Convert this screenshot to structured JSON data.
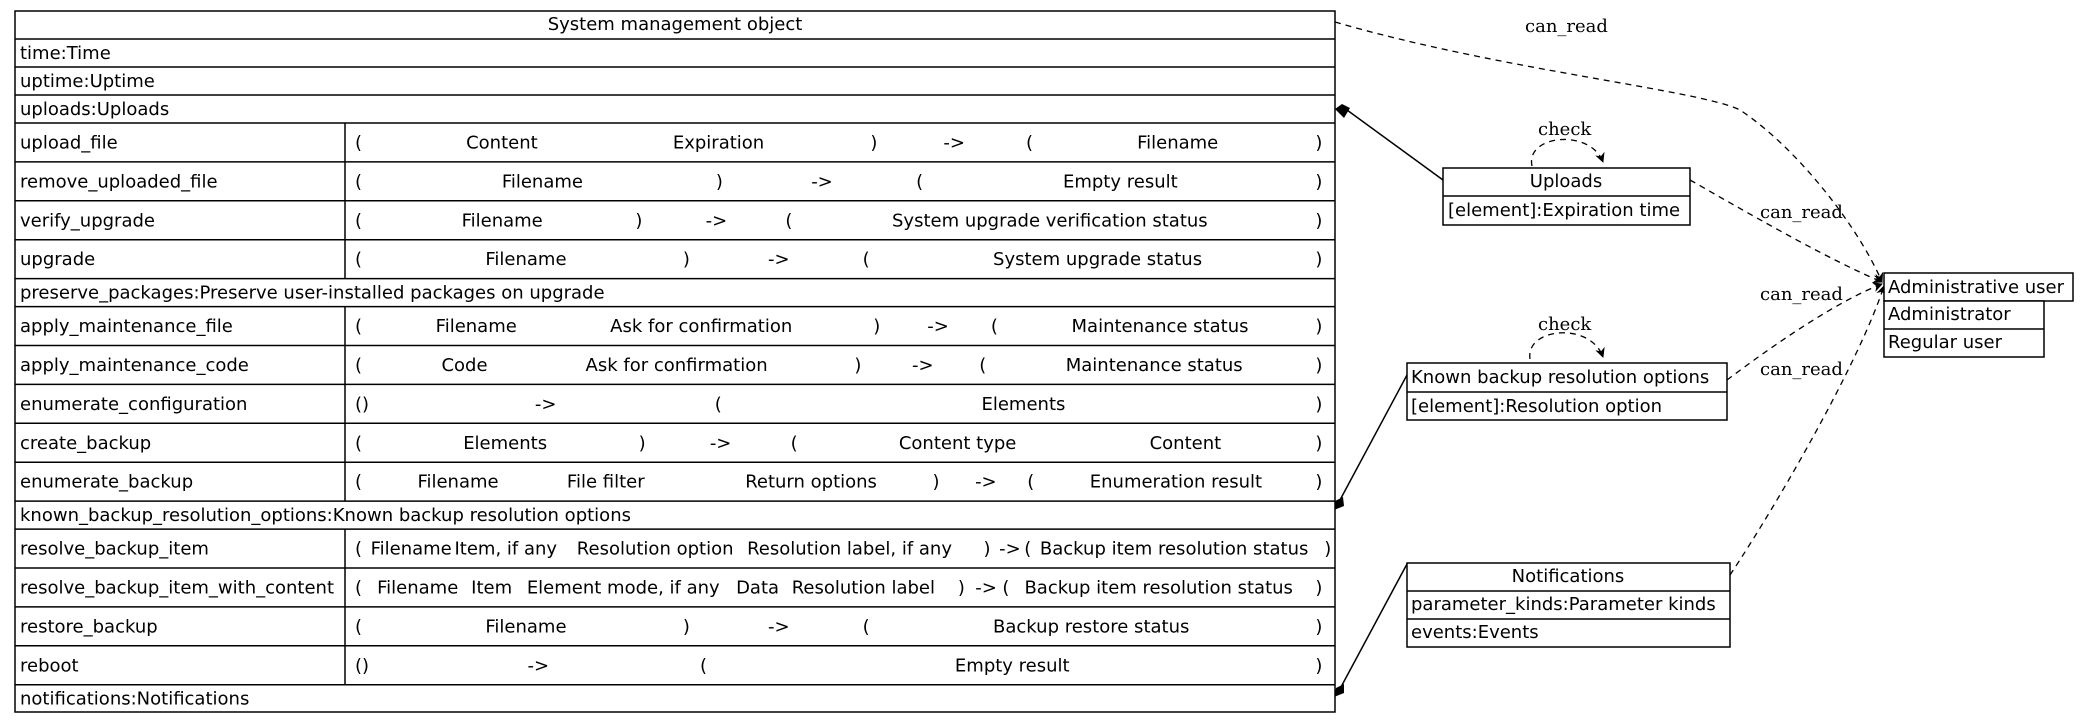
{
  "main": {
    "title": "System management object",
    "rows": [
      {
        "kind": "attr",
        "text": "time:Time"
      },
      {
        "kind": "attr",
        "text": "uptime:Uptime"
      },
      {
        "kind": "attr",
        "text": "uploads:Uploads"
      },
      {
        "kind": "op",
        "name": "upload_file",
        "params": [
          "Content",
          "Expiration"
        ],
        "results": [
          "Filename"
        ]
      },
      {
        "kind": "op",
        "name": "remove_uploaded_file",
        "params": [
          "Filename"
        ],
        "results": [
          "Empty result"
        ]
      },
      {
        "kind": "op",
        "name": "verify_upgrade",
        "params": [
          "Filename"
        ],
        "results": [
          "System upgrade verification status"
        ]
      },
      {
        "kind": "op",
        "name": "upgrade",
        "params": [
          "Filename"
        ],
        "results": [
          "System upgrade status"
        ]
      },
      {
        "kind": "attr",
        "text": "preserve_packages:Preserve user-installed packages on upgrade"
      },
      {
        "kind": "op",
        "name": "apply_maintenance_file",
        "params": [
          "Filename",
          "Ask for confirmation"
        ],
        "results": [
          "Maintenance status"
        ]
      },
      {
        "kind": "op",
        "name": "apply_maintenance_code",
        "params": [
          "Code",
          "Ask for confirmation"
        ],
        "results": [
          "Maintenance status"
        ]
      },
      {
        "kind": "op",
        "name": "enumerate_configuration",
        "params": [],
        "results": [
          "Elements"
        ]
      },
      {
        "kind": "op",
        "name": "create_backup",
        "params": [
          "Elements"
        ],
        "results": [
          "Content type",
          "Content"
        ]
      },
      {
        "kind": "op",
        "name": "enumerate_backup",
        "params": [
          "Filename",
          "File filter",
          "Return options"
        ],
        "results": [
          "Enumeration result"
        ]
      },
      {
        "kind": "attr",
        "text": "known_backup_resolution_options:Known backup resolution options"
      },
      {
        "kind": "op",
        "name": "resolve_backup_item",
        "params": [
          "Filename",
          "Item, if any",
          "Resolution option",
          "Resolution label, if any"
        ],
        "results": [
          "Backup item resolution status"
        ]
      },
      {
        "kind": "op",
        "name": "resolve_backup_item_with_content",
        "params": [
          "Filename",
          "Item",
          "Element mode, if any",
          "Data",
          "Resolution label"
        ],
        "results": [
          "Backup item resolution status"
        ]
      },
      {
        "kind": "op",
        "name": "restore_backup",
        "params": [
          "Filename"
        ],
        "results": [
          "Backup restore status"
        ]
      },
      {
        "kind": "op",
        "name": "reboot",
        "params": [],
        "results": [
          "Empty result"
        ]
      },
      {
        "kind": "attr",
        "text": "notifications:Notifications"
      }
    ]
  },
  "uploads": {
    "title": "Uploads",
    "rows": [
      "[element]:Expiration time"
    ],
    "self_label": "check"
  },
  "known_backup": {
    "title": "Known backup resolution options",
    "rows": [
      "[element]:Resolution option"
    ],
    "self_label": "check"
  },
  "notifications": {
    "title": "Notifications",
    "rows": [
      "parameter_kinds:Parameter kinds",
      "events:Events"
    ]
  },
  "admin": {
    "title": "Administrative user",
    "rows": [
      "Administrator",
      "Regular user"
    ]
  },
  "edges": {
    "main_to_admin": "can_read",
    "uploads_to_admin": "can_read",
    "known_to_admin": "can_read",
    "notifications_to_admin": "can_read"
  },
  "symbols": {
    "open": "(",
    "close": ")",
    "arrow": "->",
    "empty_params": "()"
  }
}
